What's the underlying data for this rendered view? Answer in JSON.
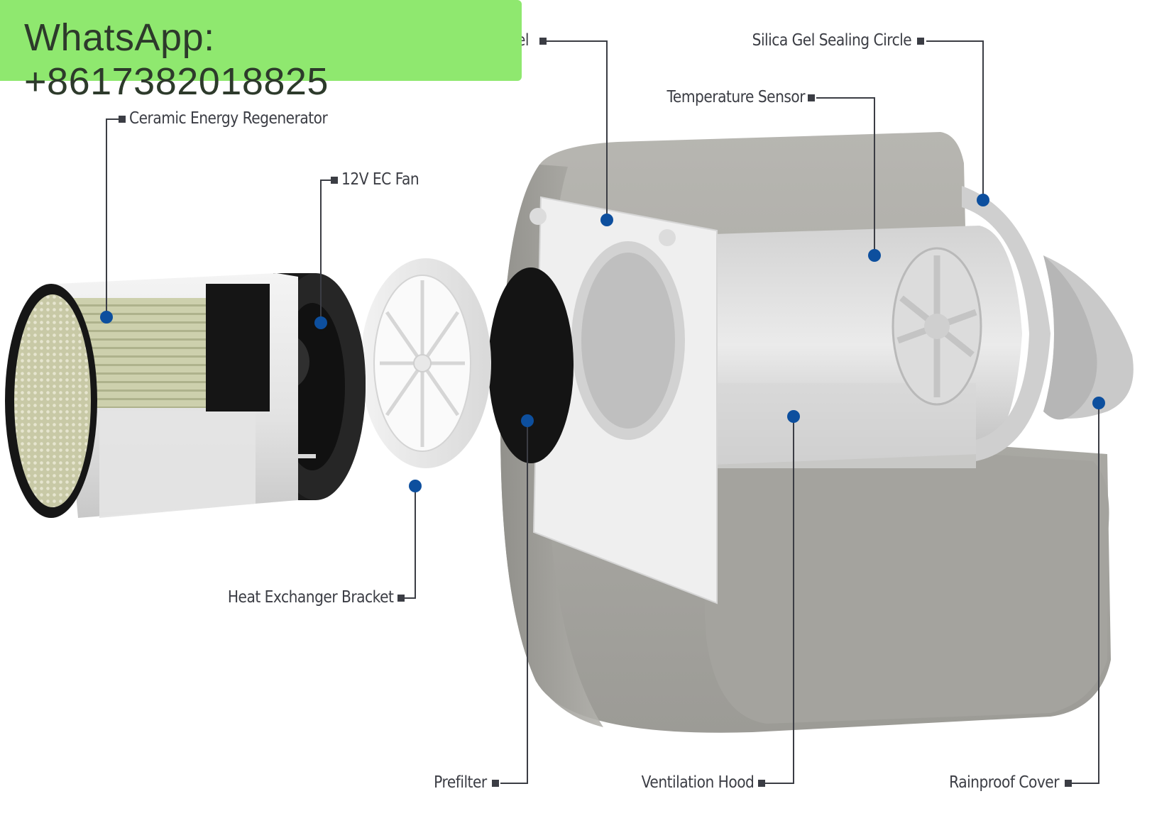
{
  "watermark": {
    "text": "WhatsApp: +8617382018825"
  },
  "labels": {
    "panel_fragment": "el",
    "silica_gel_sealing_circle": "Silica Gel Sealing Circle",
    "temperature_sensor": "Temperature Sensor",
    "ceramic_energy_regenerator": "Ceramic Energy Regenerator",
    "ec_fan": "12V EC Fan",
    "heat_exchanger_bracket": "Heat Exchanger Bracket",
    "prefilter": "Prefilter",
    "ventilation_hood": "Ventilation Hood",
    "rainproof_cover": "Rainproof Cover"
  },
  "colors": {
    "callout_dot": "#0d4f9e",
    "leader_line": "#3b3d44",
    "concrete": "#a9a8a3",
    "watermark_bg": "#8fe86f"
  }
}
